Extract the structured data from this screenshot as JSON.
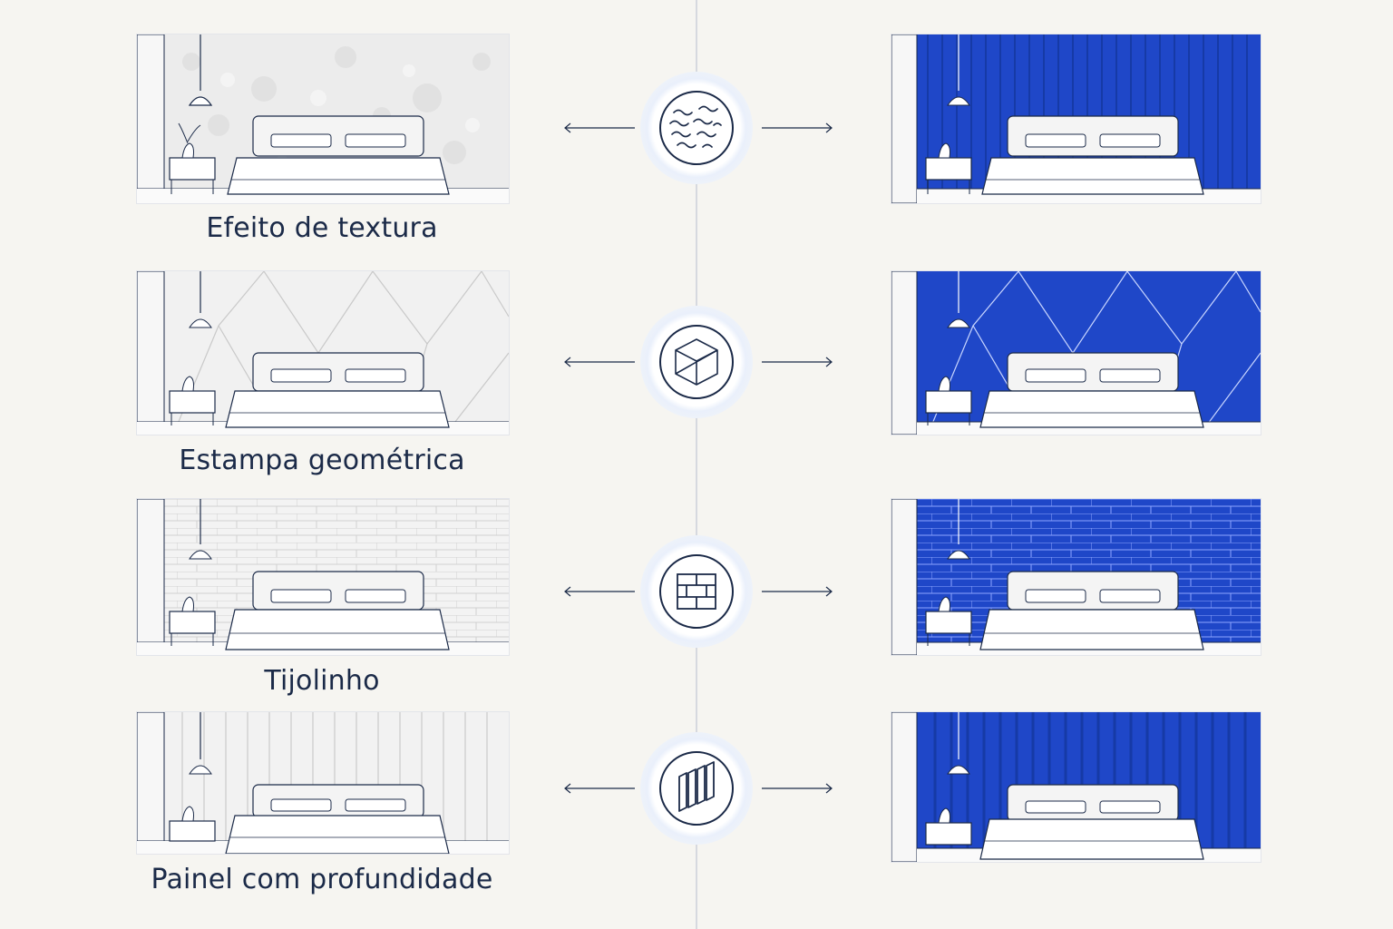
{
  "rows": [
    {
      "caption": "Efeito de textura",
      "icon": "wave-texture-icon"
    },
    {
      "caption": "Estampa geométrica",
      "icon": "cube-geometric-icon"
    },
    {
      "caption": "Tijolinho",
      "icon": "brick-icon"
    },
    {
      "caption": "Painel com profundidade",
      "icon": "panel-depth-icon"
    }
  ],
  "colors": {
    "accent_blue": "#1f47c8",
    "ink": "#1b2a48",
    "background": "#f6f5f1"
  }
}
